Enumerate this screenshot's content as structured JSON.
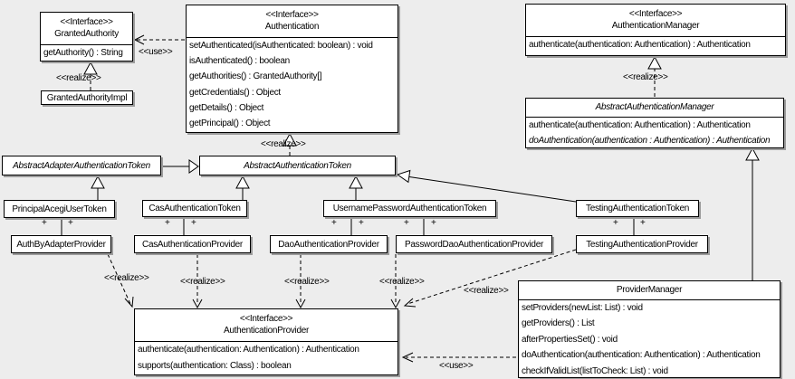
{
  "colors": {
    "canvas_background": "#ededed",
    "box_fill": "#ffffff",
    "line_color": "#000000",
    "shadow_color": "#9c9c9c"
  },
  "labels": {
    "use": "<<use>>",
    "realize": "<<realize>>",
    "plus": "+"
  },
  "classes": {
    "granted_authority": {
      "stereotype": "<<Interface>>",
      "name": "GrantedAuthority",
      "methods": [
        "getAuthority() : String"
      ]
    },
    "granted_authority_impl": {
      "name": "GrantedAuthorityImpl"
    },
    "authentication": {
      "stereotype": "<<Interface>>",
      "name": "Authentication",
      "methods": [
        "setAuthenticated(isAuthenticated: boolean) : void",
        "isAuthenticated() : boolean",
        "getAuthorities() : GrantedAuthority[]",
        "getCredentials() : Object",
        "getDetails() : Object",
        "getPrincipal() : Object"
      ]
    },
    "authentication_manager": {
      "stereotype": "<<Interface>>",
      "name": "AuthenticationManager",
      "methods": [
        "authenticate(authentication: Authentication) : Authentication"
      ]
    },
    "abstract_authentication_manager": {
      "name": "AbstractAuthenticationManager",
      "methods": [
        "authenticate(authentication: Authentication) : Authentication",
        "doAuthentication(authentication : Authentication) : Authentication"
      ]
    },
    "abstract_adapter_authentication_token": {
      "name": "AbstractAdapterAuthenticationToken"
    },
    "abstract_authentication_token": {
      "name": "AbstractAuthenticationToken"
    },
    "principal_acegi_user_token": {
      "name": "PrincipalAcegiUserToken"
    },
    "cas_authentication_token": {
      "name": "CasAuthenticationToken"
    },
    "username_password_authentication_token": {
      "name": "UsernamePasswordAuthenticationToken"
    },
    "testing_authentication_token": {
      "name": "TestingAuthenticationToken"
    },
    "auth_by_adapter_provider": {
      "name": "AuthByAdapterProvider"
    },
    "cas_authentication_provider": {
      "name": "CasAuthenticationProvider"
    },
    "dao_authentication_provider": {
      "name": "DaoAuthenticationProvider"
    },
    "password_dao_authentication_provider": {
      "name": "PasswordDaoAuthenticationProvider"
    },
    "testing_authentication_provider": {
      "name": "TestingAuthenticationProvider"
    },
    "authentication_provider": {
      "stereotype": "<<Interface>>",
      "name": "AuthenticationProvider",
      "methods": [
        "authenticate(authentication: Authentication) : Authentication",
        "supports(authentication: Class) : boolean"
      ]
    },
    "provider_manager": {
      "name": "ProviderManager",
      "methods": [
        "setProviders(newList: List) : void",
        "getProviders() : List",
        "afterPropertiesSet() : void",
        "doAuthentication(authentication: Authentication) : Authentication",
        "checkIfValidList(listToCheck: List) : void"
      ]
    }
  }
}
